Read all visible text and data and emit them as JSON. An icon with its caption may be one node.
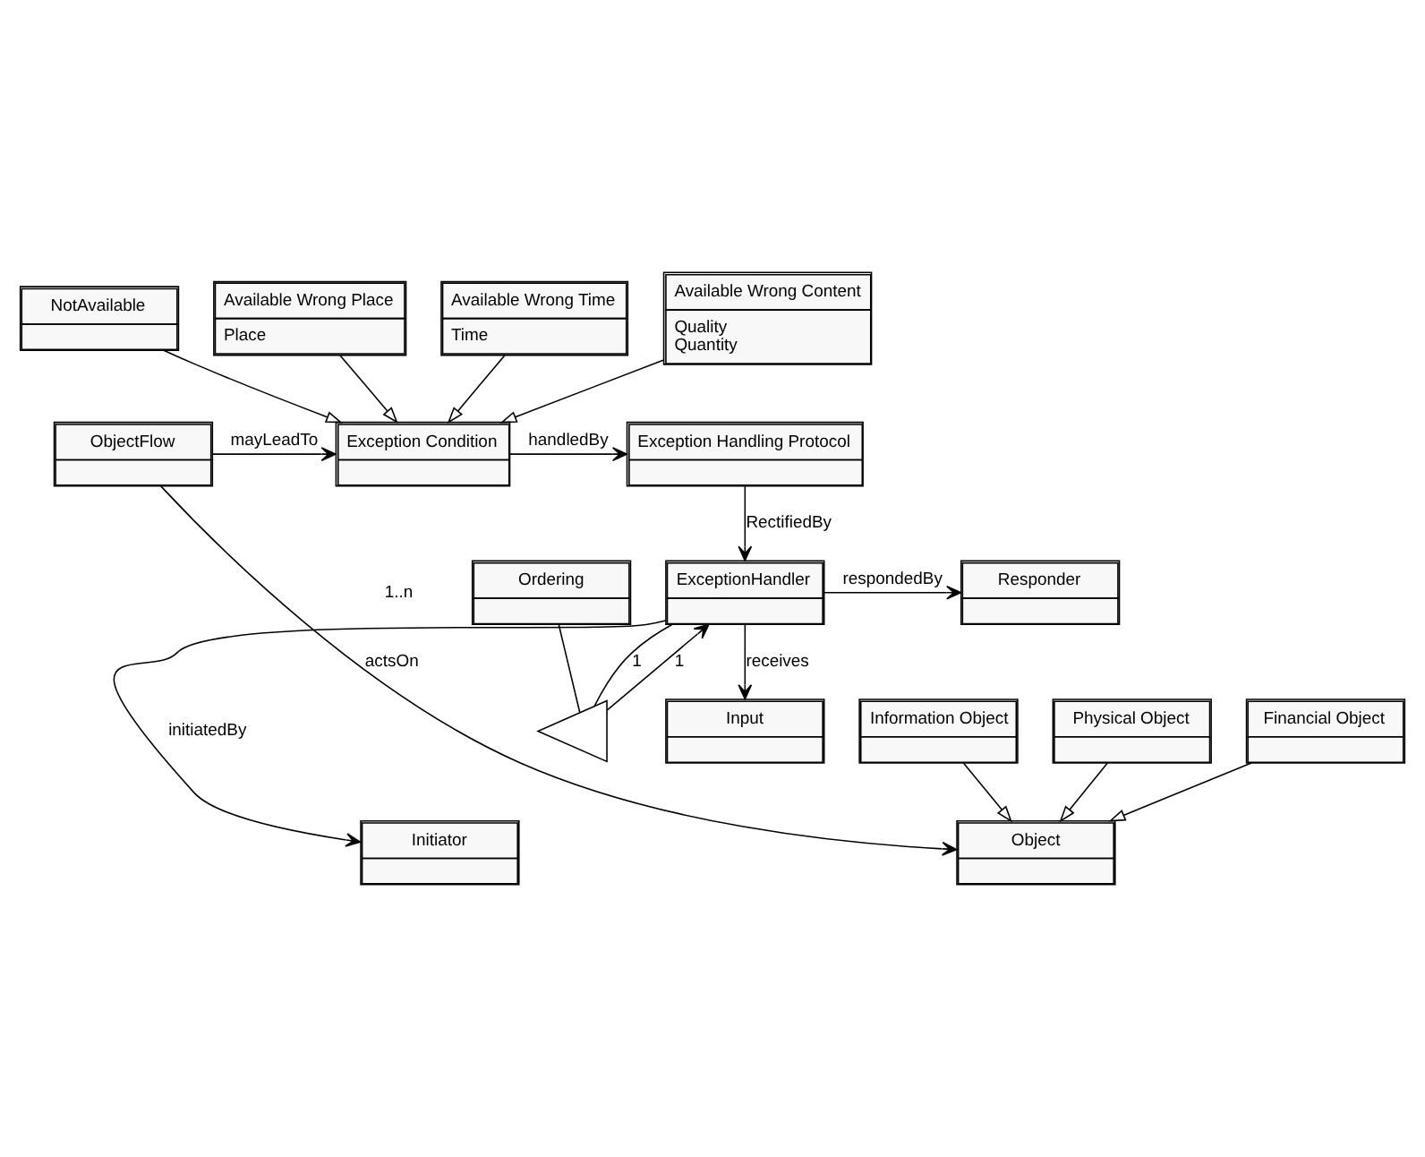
{
  "diagram": {
    "nodes": [
      {
        "text": [
          "NotAvailable"
        ]
      },
      {
        "text": [
          "Available Wrong Place",
          "Place"
        ]
      },
      {
        "text": [
          "Available Wrong Time",
          "Time"
        ]
      },
      {
        "text": [
          "Available Wrong Content",
          "Quality",
          "Quantity"
        ]
      },
      {
        "text": [
          "ObjectFlow"
        ]
      },
      {
        "text": [
          "Exception Condition"
        ]
      },
      {
        "text": [
          "Exception Handling Protocol"
        ]
      },
      {
        "text": [
          "Object"
        ]
      },
      {
        "text": [
          "Initiator"
        ]
      },
      {
        "text": [
          "ExceptionHandler"
        ]
      },
      {
        "text": [
          "Responder"
        ]
      },
      {
        "text": [
          "Information Object"
        ]
      },
      {
        "text": [
          "Physical Object"
        ]
      },
      {
        "text": [
          "Financial Object"
        ]
      },
      {
        "text": [],
        "shape": "triangle"
      },
      {
        "text": [
          "Ordering"
        ]
      },
      {
        "text": [
          "Input"
        ]
      }
    ],
    "edges": [
      {
        "from": 0,
        "to": 5,
        "arrow": "to"
      },
      {
        "from": 1,
        "to": 5,
        "arrow": "to"
      },
      {
        "from": 2,
        "to": 5,
        "arrow": "to"
      },
      {
        "from": 3,
        "to": 5,
        "arrow": "to"
      },
      {
        "from": 4,
        "to": 5,
        "arrow": "to",
        "label": "mayLeadTo"
      },
      {
        "from": 5,
        "to": 6,
        "arrow": "to",
        "label": "handledBy"
      },
      {
        "from": 4,
        "to": 7,
        "arrow": "to",
        "label": "actsOn"
      },
      {
        "from": 6,
        "to": 9,
        "arrow": "to",
        "label": "RectifiedBy"
      },
      {
        "from": 9,
        "to": 8,
        "arrow": "to",
        "label": "initiatedBy"
      },
      {
        "from": 9,
        "to": 10,
        "arrow": "to",
        "label": "respondedBy"
      },
      {
        "from": 11,
        "to": 7,
        "arrow": "to"
      },
      {
        "from": 12,
        "to": 7,
        "arrow": "to"
      },
      {
        "from": 13,
        "to": 7,
        "arrow": "to"
      },
      {
        "from": 9,
        "to": 14,
        "arrow": "none",
        "label": "1"
      },
      {
        "from": 14,
        "to": 9,
        "arrow": "to",
        "label": "1"
      },
      {
        "from": 15,
        "to": 14,
        "arrow": "none"
      },
      {
        "from": 9,
        "to": 16,
        "arrow": "to",
        "label": "receives"
      }
    ],
    "labels": [
      "1..n"
    ]
  }
}
